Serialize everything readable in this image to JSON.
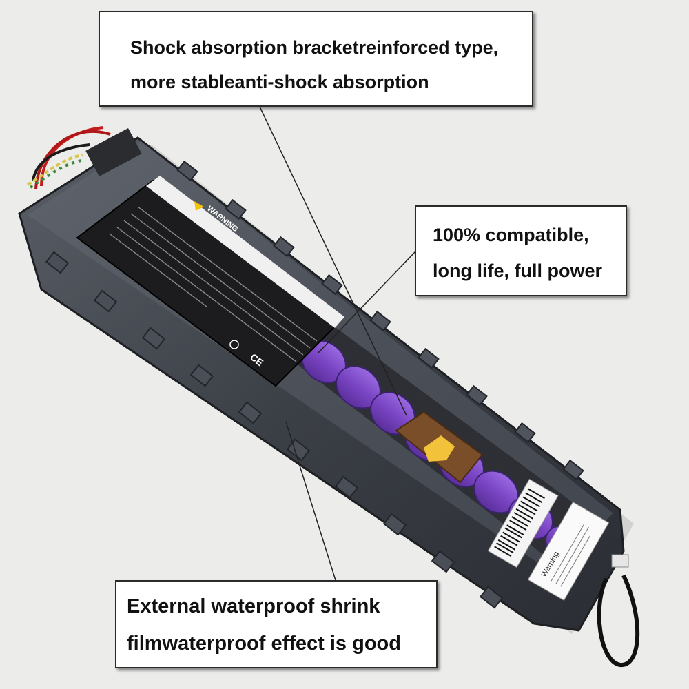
{
  "callouts": {
    "bracket": {
      "line1": "Shock absorption bracketreinforced type,",
      "line2": "more stableanti-shock absorption"
    },
    "compatible": {
      "line1": "100% compatible,",
      "line2": "long life, full power"
    },
    "waterproof": {
      "line1": "External waterproof shrink",
      "line2": "filmwaterproof effect is good"
    }
  },
  "battery_label": {
    "warning": "WARNING",
    "marks": "CE"
  },
  "sticker": {
    "title": "Warning"
  },
  "colors": {
    "background": "#ececeb",
    "pack_body": "#3a3d42",
    "cells": "#7a45c4",
    "label": "#1c1c1e"
  }
}
